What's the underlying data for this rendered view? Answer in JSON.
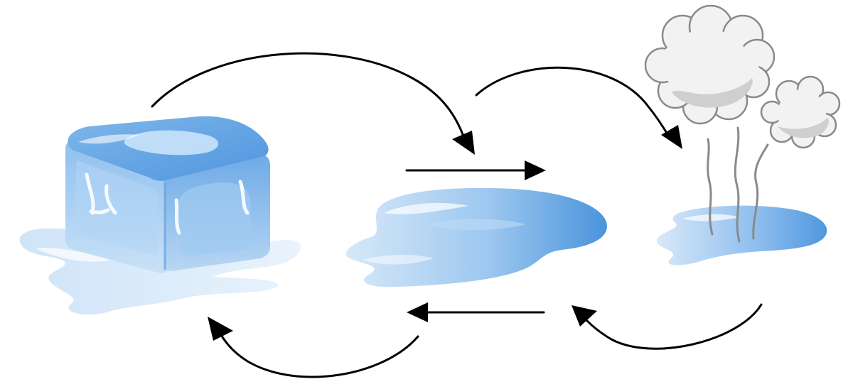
{
  "diagram": {
    "states": [
      {
        "id": "ice",
        "kind": "solid"
      },
      {
        "id": "water",
        "kind": "liquid"
      },
      {
        "id": "steam",
        "kind": "gas"
      }
    ],
    "transitions": [
      {
        "from": "ice",
        "to": "water",
        "shape": "curved"
      },
      {
        "from": "ice",
        "to": "water",
        "shape": "straight"
      },
      {
        "from": "water",
        "to": "steam",
        "shape": "curved"
      },
      {
        "from": "steam",
        "to": "water",
        "shape": "curved"
      },
      {
        "from": "water",
        "to": "ice",
        "shape": "straight"
      },
      {
        "from": "water",
        "to": "ice",
        "shape": "curved"
      }
    ],
    "colors": {
      "ice_light": "#dcebfa",
      "ice_mid": "#a9cff2",
      "ice_dark": "#5da0e2",
      "water_light": "#d6e8f9",
      "water_dark": "#4a94dc",
      "cloud_fill": "#f2f2f2",
      "cloud_shade": "#c8c8c8",
      "cloud_outline": "#8a8a8a",
      "steam_wisp": "#8a8a8a",
      "arrow": "#000000"
    }
  }
}
